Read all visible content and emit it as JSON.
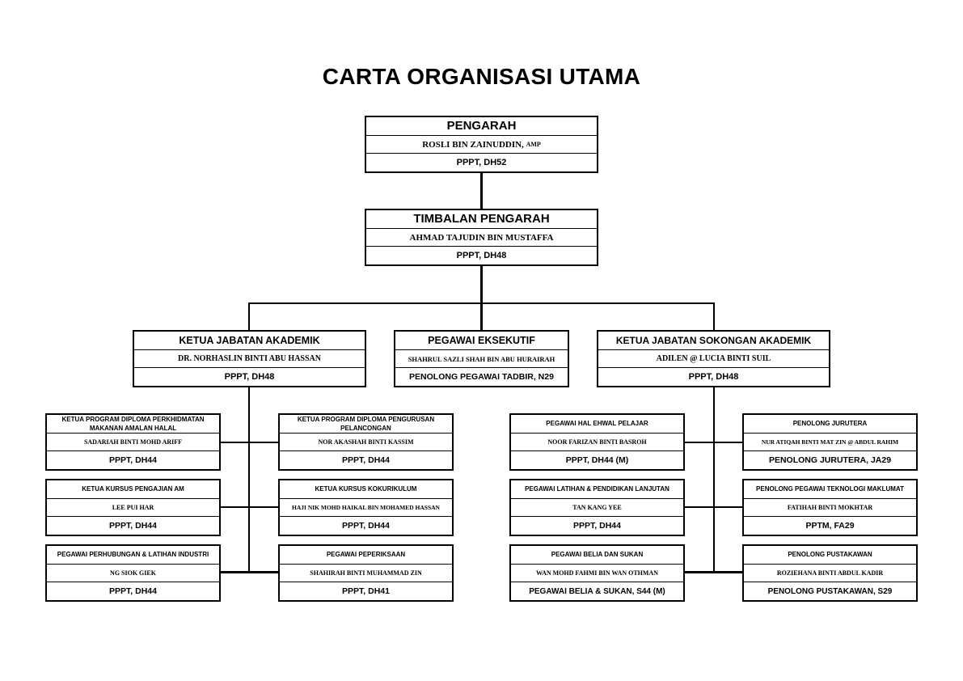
{
  "title": "CARTA ORGANISASI UTAMA",
  "director": {
    "title": "PENGARAH",
    "name": "ROSLI BIN ZAINUDDIN,",
    "name_suffix": "AMP",
    "grade": "PPPT, DH52"
  },
  "deputy": {
    "title": "TIMBALAN PENGARAH",
    "name": "AHMAD TAJUDIN BIN MUSTAFFA",
    "grade": "PPPT, DH48"
  },
  "departments": [
    {
      "title": "KETUA JABATAN AKADEMIK",
      "name": "DR. NORHASLIN BINTI ABU HASSAN",
      "grade": "PPPT, DH48"
    },
    {
      "title": "PEGAWAI EKSEKUTIF",
      "name": "SHAHRUL SAZLI SHAH BIN ABU HURAIRAH",
      "grade": "PENOLONG PEGAWAI TADBIR, N29"
    },
    {
      "title": "KETUA JABATAN SOKONGAN AKADEMIK",
      "name": "ADILEN @ LUCIA BINTI SUIL",
      "grade": "PPPT, DH48"
    }
  ],
  "academic_units": [
    {
      "title": "KETUA PROGRAM DIPLOMA PERKHIDMATAN MAKANAN AMALAN HALAL",
      "name": "SADARIAH BINTI MOHD ARIFF",
      "grade": "PPPT, DH44"
    },
    {
      "title": "KETUA PROGRAM DIPLOMA PENGURUSAN PELANCONGAN",
      "name": "NOR AKASHAH BINTI KASSIM",
      "grade": "PPPT, DH44"
    },
    {
      "title": "KETUA KURSUS PENGAJIAN AM",
      "name": "LEE PUI HAR",
      "grade": "PPPT, DH44"
    },
    {
      "title": "KETUA KURSUS KOKURIKULUM",
      "name": "HAJI NIK MOHD HAIKAL BIN MOHAMED HASSAN",
      "grade": "PPPT, DH44"
    },
    {
      "title": "PEGAWAI PERHUBUNGAN & LATIHAN INDUSTRI",
      "name": "NG SIOK GIEK",
      "grade": "PPPT, DH44"
    },
    {
      "title": "PEGAWAI PEPERIKSAAN",
      "name": "SHAHIRAH BINTI MUHAMMAD ZIN",
      "grade": "PPPT, DH41"
    }
  ],
  "support_units": [
    {
      "title": "PEGAWAI HAL EHWAL PELAJAR",
      "name": "NOOR FARIZAN BINTI BASROH",
      "grade": "PPPT, DH44 (M)"
    },
    {
      "title": "PENOLONG JURUTERA",
      "name": "NUR ATIQAH BINTI MAT ZIN @ ABDUL RAHIM",
      "grade": "PENOLONG JURUTERA, JA29"
    },
    {
      "title": "PEGAWAI LATIHAN & PENDIDIKAN LANJUTAN",
      "name": "TAN KANG YEE",
      "grade": "PPPT, DH44"
    },
    {
      "title": "PENOLONG PEGAWAI TEKNOLOGI MAKLUMAT",
      "name": "FATIHAH BINTI MOKHTAR",
      "grade": "PPTM, FA29"
    },
    {
      "title": "PEGAWAI BELIA DAN SUKAN",
      "name": "WAN MOHD FAHMI BIN WAN OTHMAN",
      "grade": "PEGAWAI BELIA & SUKAN, S44 (M)"
    },
    {
      "title": "PENOLONG PUSTAKAWAN",
      "name": "ROZIEHANA BINTI ABDUL KADIR",
      "grade": "PENOLONG PUSTAKAWAN, S29"
    }
  ]
}
